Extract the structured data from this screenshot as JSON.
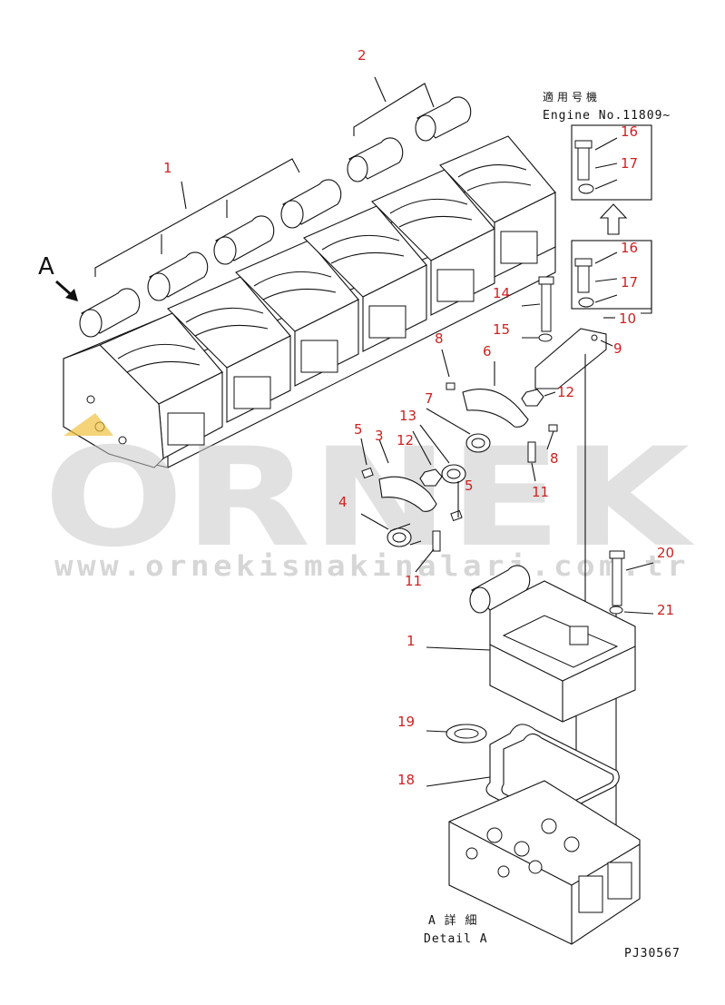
{
  "watermark": {
    "brand": "ORNEK",
    "url": "www.ornekismakinalari.com.tr",
    "color": "#c8c8c8",
    "accent": "#f0c040"
  },
  "view_label": "A",
  "applicable_engine": {
    "jp": "適用号機",
    "en": "Engine No.11809~"
  },
  "detail_label": {
    "jp": "A 詳 細",
    "en": "Detail A"
  },
  "drawing_code": "PJ30567",
  "callout_color": "#cc2222",
  "callouts": {
    "c1_top": "1",
    "c2": "2",
    "c3": "3",
    "c4": "4",
    "c5_a": "5",
    "c5_b": "5",
    "c6": "6",
    "c7": "7",
    "c8_a": "8",
    "c8_b": "8",
    "c9": "9",
    "c10": "10",
    "c11_a": "11",
    "c11_b": "11",
    "c12_a": "12",
    "c12_b": "12",
    "c13": "13",
    "c14": "14",
    "c15": "15",
    "c16_a": "16",
    "c17_a": "17",
    "c16_b": "16",
    "c17_b": "17",
    "c18": "18",
    "c19": "19",
    "c20": "20",
    "c21": "21",
    "c1_detail": "1"
  }
}
